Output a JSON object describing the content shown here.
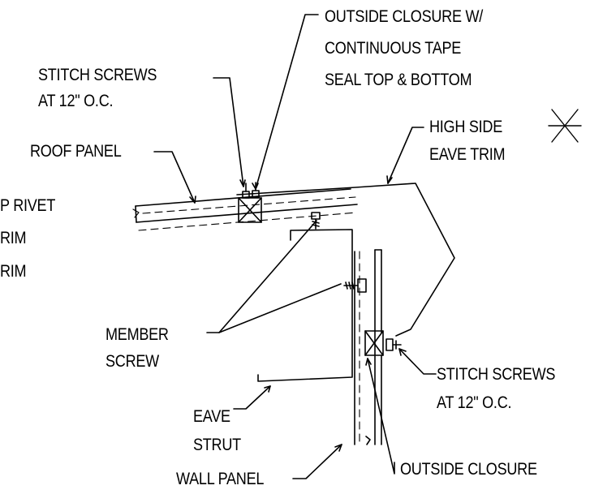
{
  "labels": {
    "outside_closure_tape": [
      "OUTSIDE CLOSURE W/",
      "CONTINUOUS TAPE",
      "SEAL TOP & BOTTOM"
    ],
    "stitch_screws_top": [
      "STITCH SCREWS",
      "AT 12\" O.C."
    ],
    "roof_panel": "ROOF PANEL",
    "pop_rivet": [
      "P RIVET",
      "RIM",
      "RIM"
    ],
    "high_side_eave_trim": [
      "HIGH SIDE",
      "EAVE TRIM"
    ],
    "member_screw": [
      "MEMBER",
      "SCREW"
    ],
    "stitch_screws_bottom": [
      "STITCH SCREWS",
      "AT 12\" O.C."
    ],
    "eave_strut": [
      "EAVE",
      "STRUT"
    ],
    "outside_closure": "OUTSIDE CLOSURE",
    "wall_panel": "WALL PANEL"
  },
  "colors": {
    "line": "#000000",
    "background": "#ffffff"
  },
  "icons": {
    "revision_mark": "asterisk-icon"
  }
}
